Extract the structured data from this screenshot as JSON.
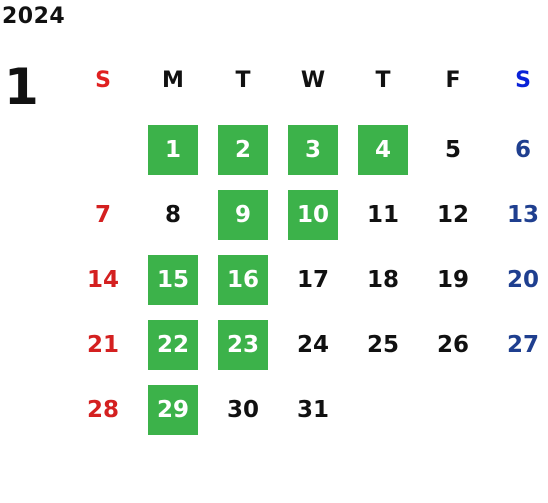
{
  "calendar": {
    "year": "2024",
    "month": "1",
    "weekdays": [
      "S",
      "M",
      "T",
      "W",
      "T",
      "F",
      "S"
    ],
    "colors": {
      "sunday": "#d42020",
      "saturday": "#1f3f8f",
      "highlight": "#3cb24a"
    },
    "weeks": [
      [
        null,
        {
          "d": "1",
          "hl": true
        },
        {
          "d": "2",
          "hl": true
        },
        {
          "d": "3",
          "hl": true
        },
        {
          "d": "4",
          "hl": true
        },
        {
          "d": "5",
          "hl": false
        },
        {
          "d": "6",
          "hl": false
        }
      ],
      [
        {
          "d": "7",
          "hl": false
        },
        {
          "d": "8",
          "hl": false
        },
        {
          "d": "9",
          "hl": true
        },
        {
          "d": "10",
          "hl": true
        },
        {
          "d": "11",
          "hl": false
        },
        {
          "d": "12",
          "hl": false
        },
        {
          "d": "13",
          "hl": false
        }
      ],
      [
        {
          "d": "14",
          "hl": false
        },
        {
          "d": "15",
          "hl": true
        },
        {
          "d": "16",
          "hl": true
        },
        {
          "d": "17",
          "hl": false
        },
        {
          "d": "18",
          "hl": false
        },
        {
          "d": "19",
          "hl": false
        },
        {
          "d": "20",
          "hl": false
        }
      ],
      [
        {
          "d": "21",
          "hl": false
        },
        {
          "d": "22",
          "hl": true
        },
        {
          "d": "23",
          "hl": true
        },
        {
          "d": "24",
          "hl": false
        },
        {
          "d": "25",
          "hl": false
        },
        {
          "d": "26",
          "hl": false
        },
        {
          "d": "27",
          "hl": false
        }
      ],
      [
        {
          "d": "28",
          "hl": false
        },
        {
          "d": "29",
          "hl": true
        },
        {
          "d": "30",
          "hl": false
        },
        {
          "d": "31",
          "hl": false
        },
        null,
        null,
        null
      ]
    ]
  }
}
